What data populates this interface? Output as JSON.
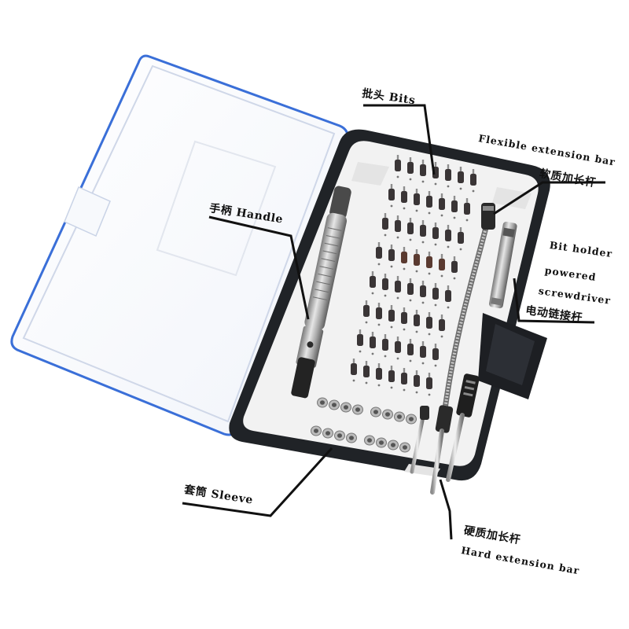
{
  "labels": {
    "bits": "批头 Bits",
    "flexible_en": "Flexible extension bar",
    "flexible_cn": "软质加长杆",
    "handle": "手柄 Handle",
    "bit_holder_1": "Bit holder",
    "bit_holder_2": "powered",
    "bit_holder_3": "screwdriver",
    "bit_holder_cn": "电动链接杆",
    "sleeve": "套筒 Sleeve",
    "hard_cn": "硬质加长杆",
    "hard_en": "Hard extension bar"
  },
  "product": {
    "bit_grid": {
      "columns": 7,
      "rows": 8
    },
    "sleeve_count": 16
  },
  "colors": {
    "lid_edge": "#3a6fd8",
    "case_dark": "#202327",
    "tray": "#f2f2f2",
    "bit_dark": "#3a3536",
    "bit_brown": "#5a3a30",
    "metal": "#bcbcbc"
  }
}
